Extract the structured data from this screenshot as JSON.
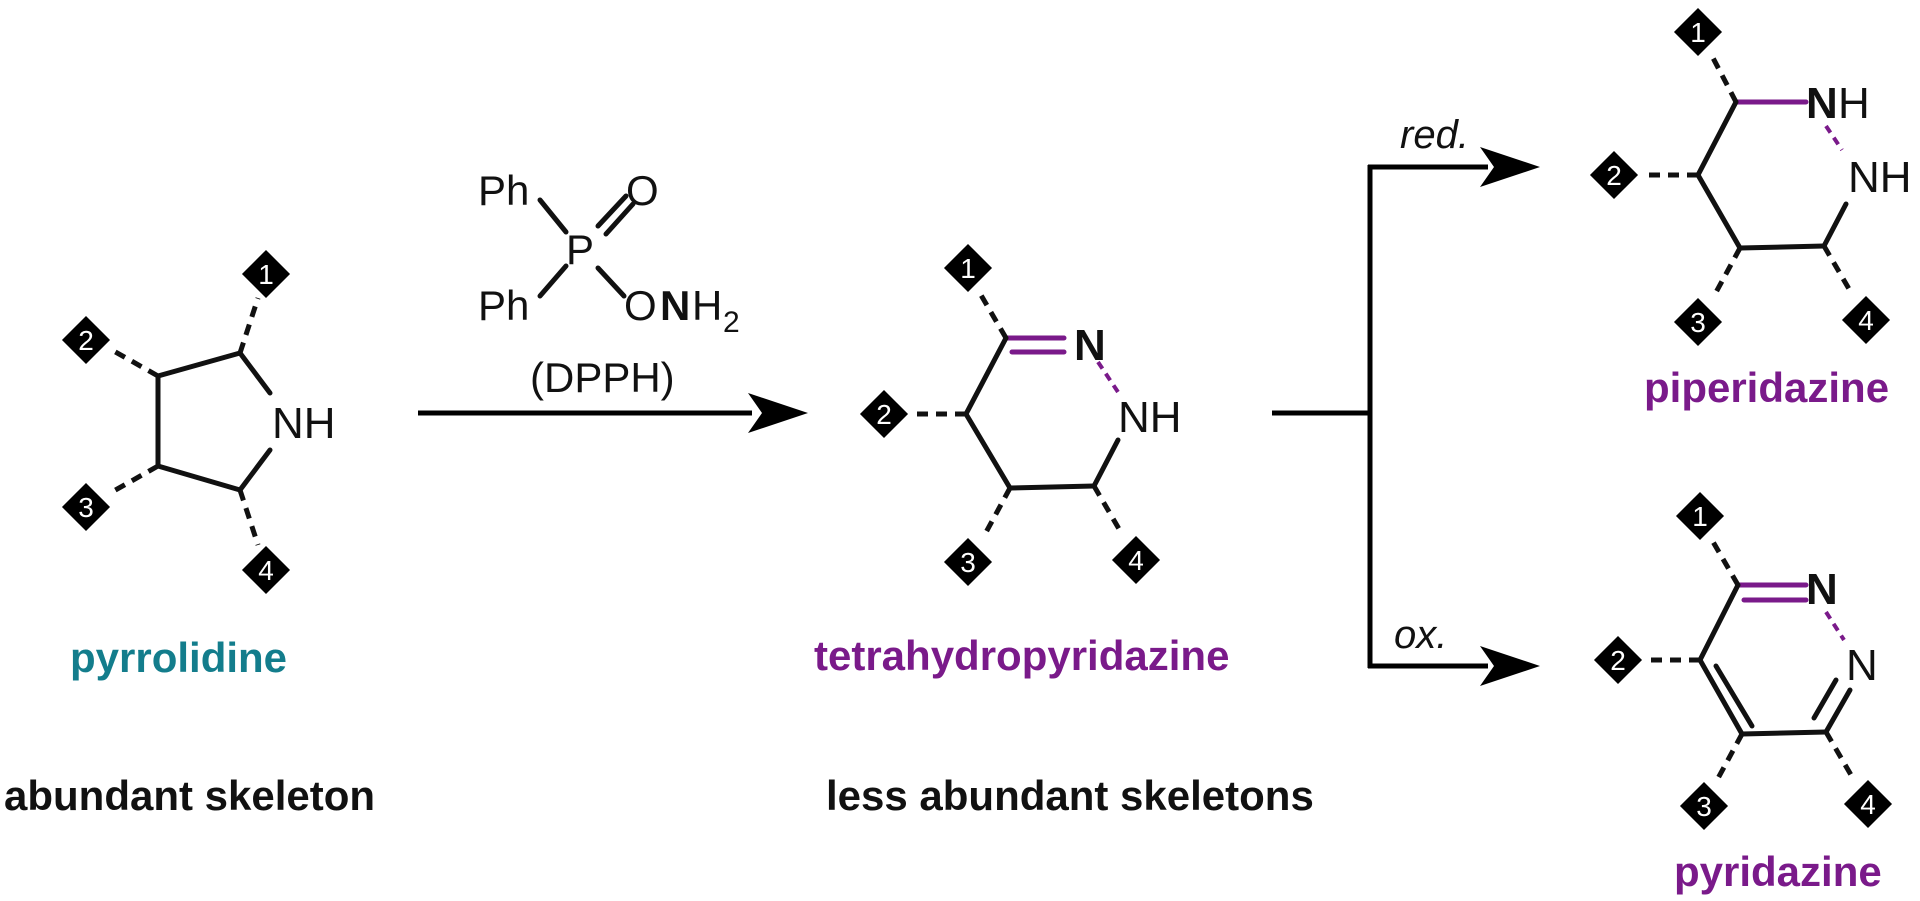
{
  "colors": {
    "pyrrolidine_label": "#137d8c",
    "product_label": "#7a1a8a",
    "nitrogen": "#0022dd",
    "bond": "#111111",
    "badge": "#808080"
  },
  "reagent": {
    "ph_top": "Ph",
    "ph_bottom": "Ph",
    "p": "P",
    "o": "O",
    "o_link": "O",
    "n": "N",
    "h": "H",
    "h_sub": "2",
    "abbrev": "(DPPH)"
  },
  "atoms": {
    "nh": "NH",
    "n": "N",
    "h": "H"
  },
  "badges": {
    "one": "1",
    "two": "2",
    "three": "3",
    "four": "4"
  },
  "conditions": {
    "reduction": "red.",
    "oxidation": "ox."
  },
  "compounds": {
    "pyrrolidine": "pyrrolidine",
    "tetrahydropyridazine": "tetrahydropyridazine",
    "piperidazine": "piperidazine",
    "pyridazine": "pyridazine"
  },
  "captions": {
    "left": "abundant skeleton",
    "right": "less abundant skeletons"
  }
}
